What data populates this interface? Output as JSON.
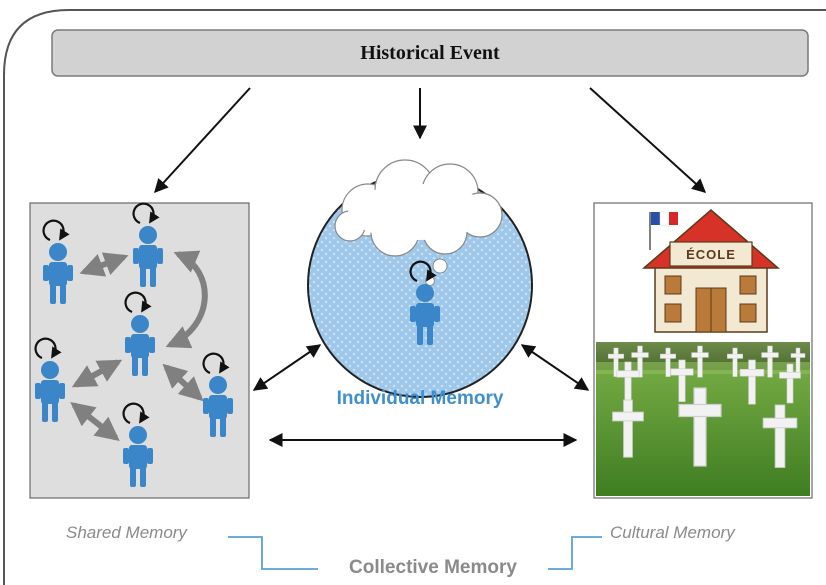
{
  "diagram": {
    "event_title": "Historical Event",
    "individual_label": "Individual Memory",
    "shared_label": "Shared Memory",
    "cultural_label": "Cultural Memory",
    "collective_label": "Collective Memory",
    "school_sign": "ÉCOLE"
  },
  "colors": {
    "person_blue": "#3a86c8",
    "label_blue": "#3f8fcf",
    "bracket_blue": "#5aa0d8",
    "muted_gray": "#8a8a8a",
    "panel_gray": "#dedede"
  },
  "icons": [
    "person-icon",
    "cycle-arrow-icon",
    "thought-cloud-icon",
    "school-building-icon",
    "french-flag-icon",
    "cemetery-cross-icon"
  ]
}
